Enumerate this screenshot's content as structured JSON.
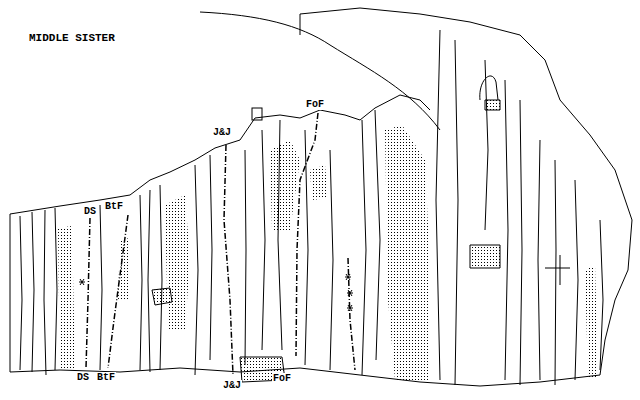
{
  "diagram": {
    "title": "MIDDLE SISTER",
    "labels": [
      "DS",
      "BtF",
      "J&J",
      "FoF",
      "DS",
      "BtF",
      "J&J",
      "FoF"
    ]
  }
}
